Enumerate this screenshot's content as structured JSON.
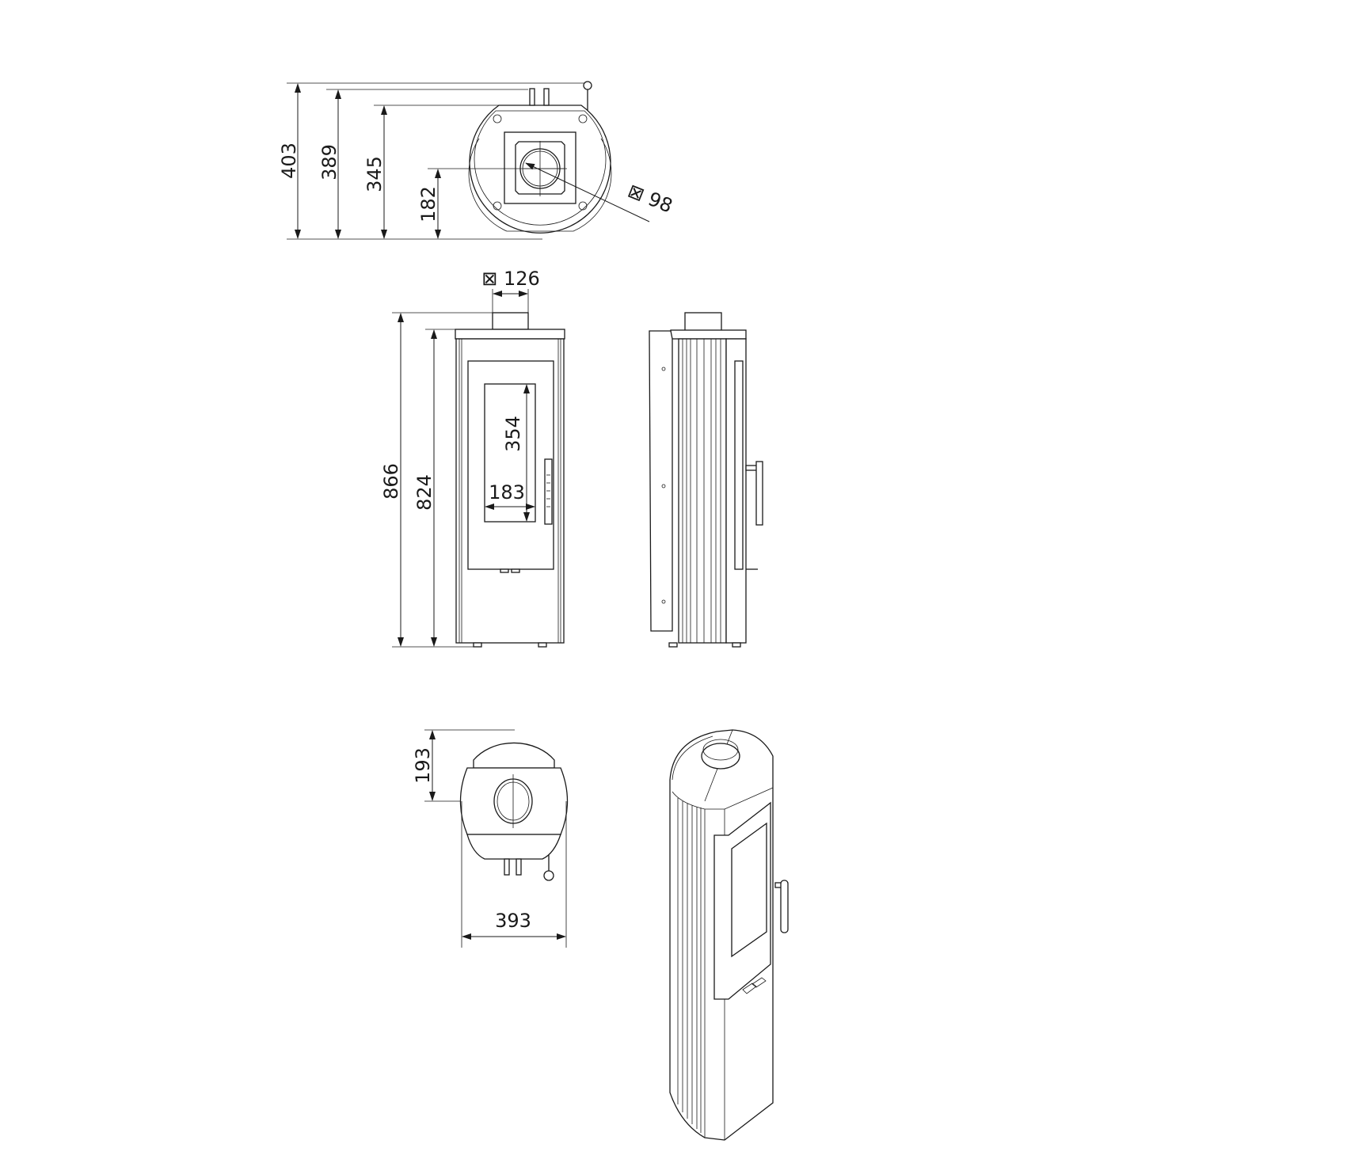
{
  "drawing": {
    "title": "Stove dimension drawing",
    "line_color": "#1a1a1a",
    "top_view": {
      "dim_total_depth": "403",
      "dim_depth_2": "389",
      "dim_depth_3": "345",
      "dim_flue_center": "182",
      "flue_diameter": "⊠ 98"
    },
    "front_view": {
      "flue_width": "⊠ 126",
      "dim_total_height": "866",
      "dim_body_height": "824",
      "glass_height": "354",
      "glass_width": "183"
    },
    "plan_view": {
      "dim_flue_offset": "193",
      "dim_width": "393"
    }
  }
}
